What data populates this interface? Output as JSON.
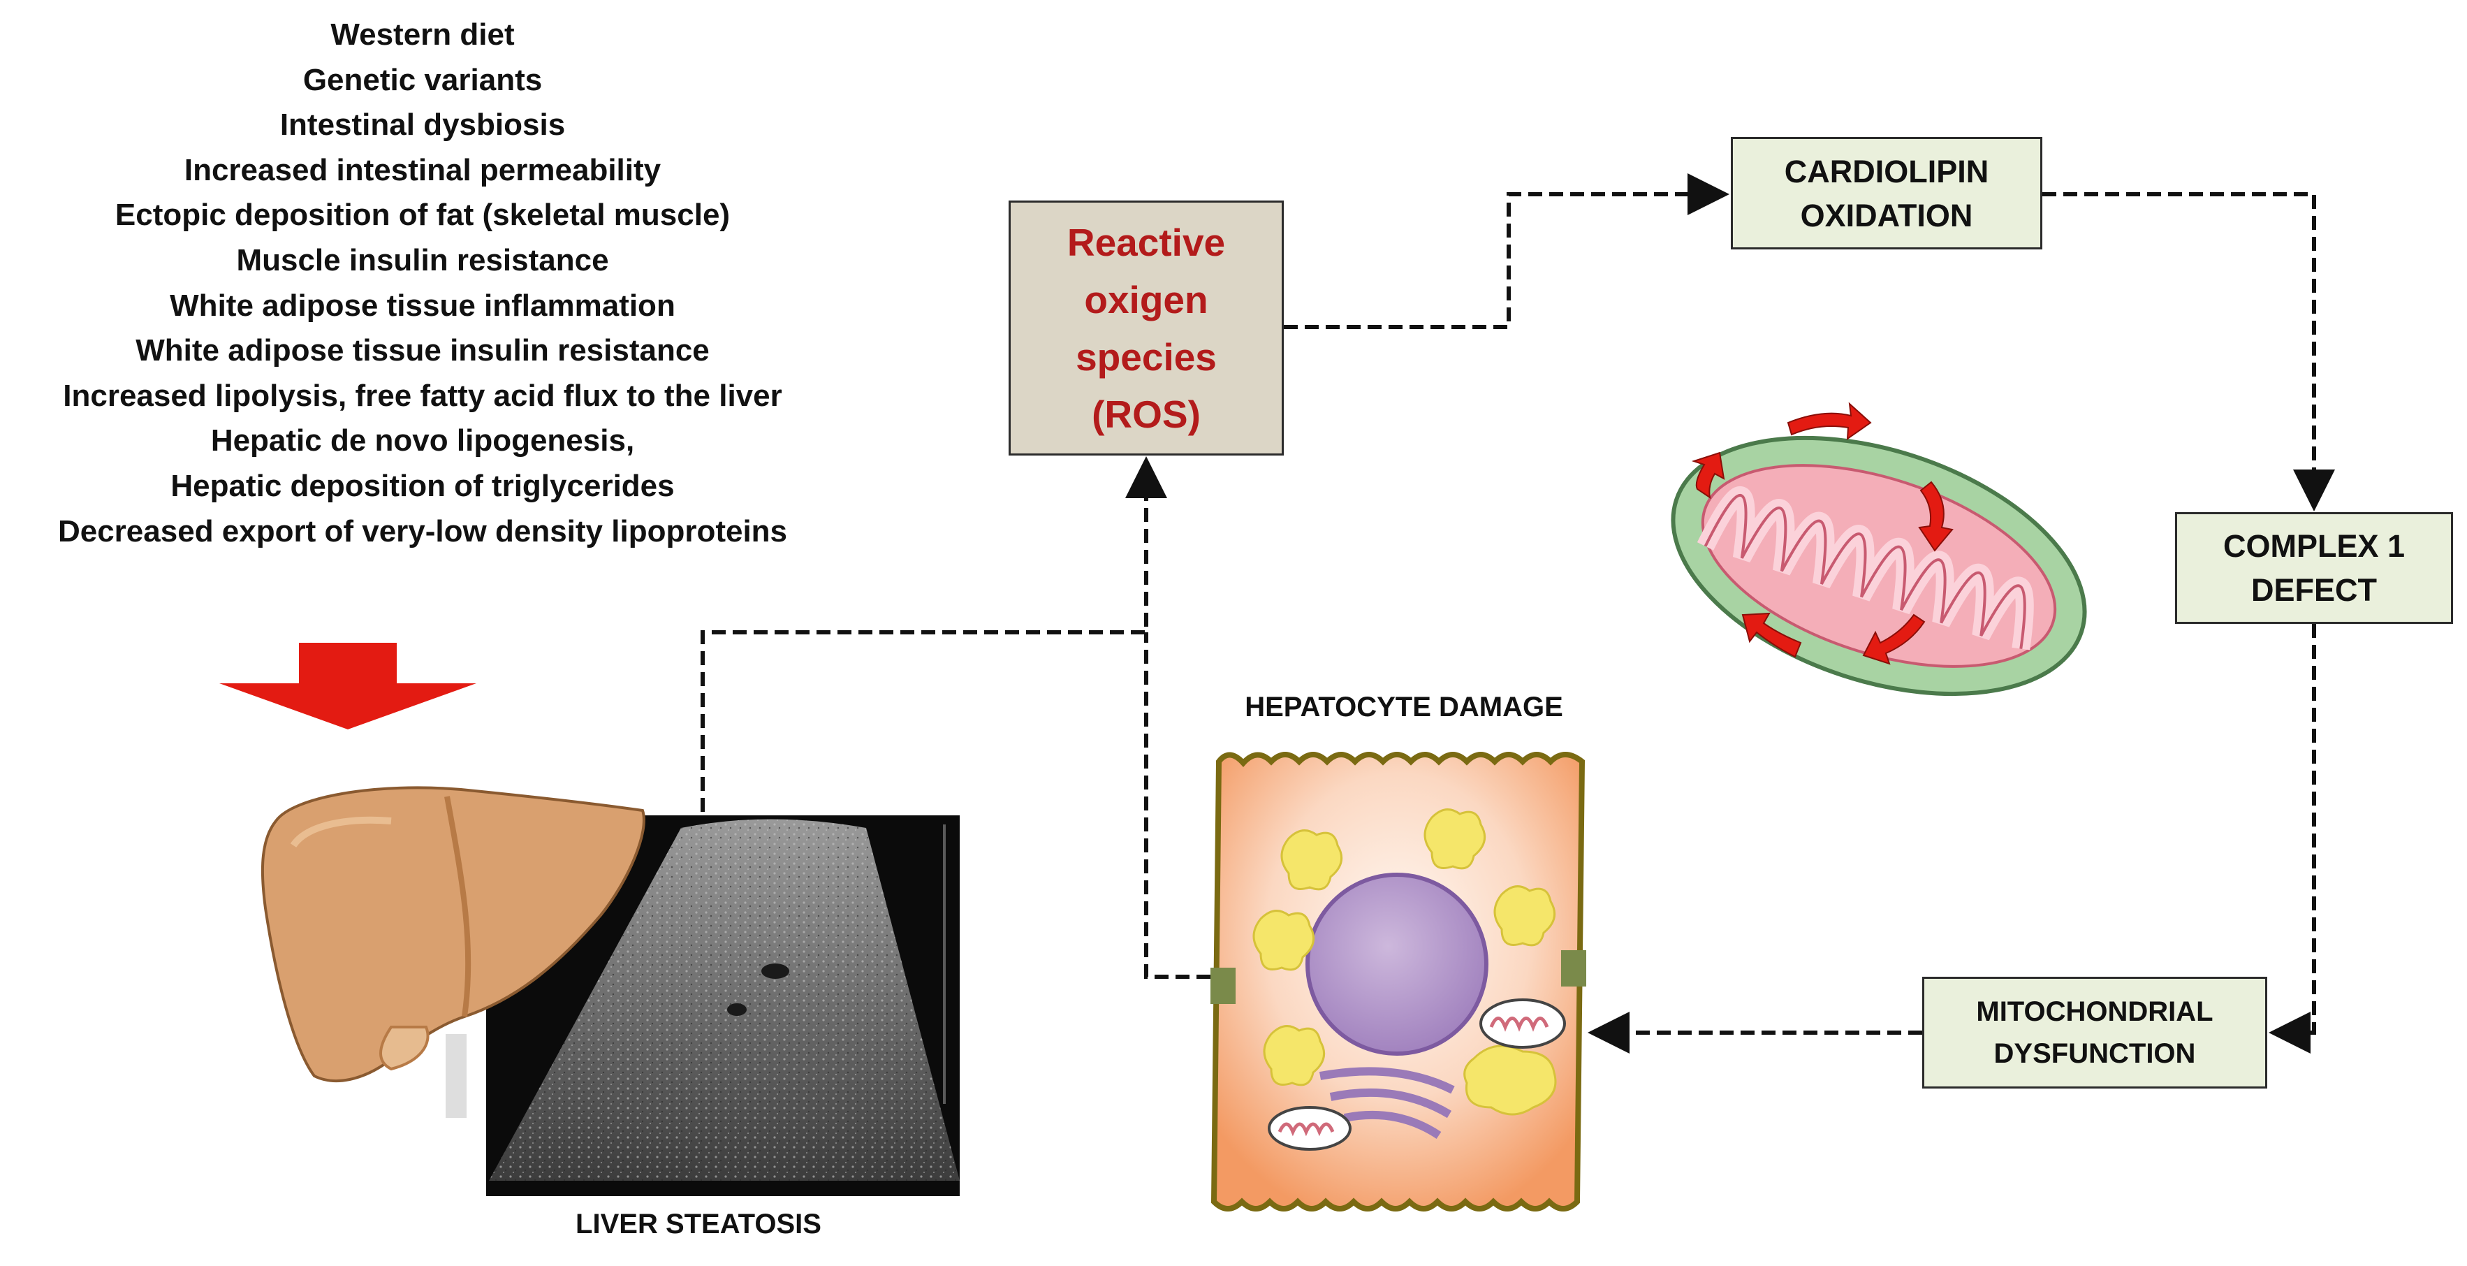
{
  "risk_factors": [
    "Western diet",
    "Genetic variants",
    "Intestinal dysbiosis",
    "Increased intestinal permeability",
    "Ectopic deposition of fat (skeletal muscle)",
    "Muscle insulin resistance",
    "White adipose tissue  inflammation",
    "White adipose tissue  insulin resistance",
    "Increased lipolysis, free fatty acid  flux to the liver",
    "Hepatic de novo lipogenesis,",
    "Hepatic deposition of triglycerides",
    "Decreased export of very-low density lipoproteins"
  ],
  "ros_label": "Reactive\noxigen\nspecies\n(ROS)",
  "cardiolipin_label": "CARDIOLIPIN\nOXIDATION",
  "complex1_label": "COMPLEX 1\nDEFECT",
  "mito_dysfunction_label": "MITOCHONDRIAL\nDYSFUNCTION",
  "hepatocyte_title": "HEPATOCYTE DAMAGE",
  "liver_label": "LIVER STEATOSIS",
  "colors": {
    "ros_text": "#b31b1b",
    "ros_box": "#dcd6c6",
    "process_box": "#eaf0dc",
    "arrow_red": "#e31b12",
    "liver": "#d9a06f",
    "mitochondrion_outer": "#a8d3a3",
    "mitochondrion_inner": "#f4aeb8",
    "cell_border": "#7a6a12",
    "lipid": "#f5e66a",
    "nucleus": "#b497cc"
  }
}
